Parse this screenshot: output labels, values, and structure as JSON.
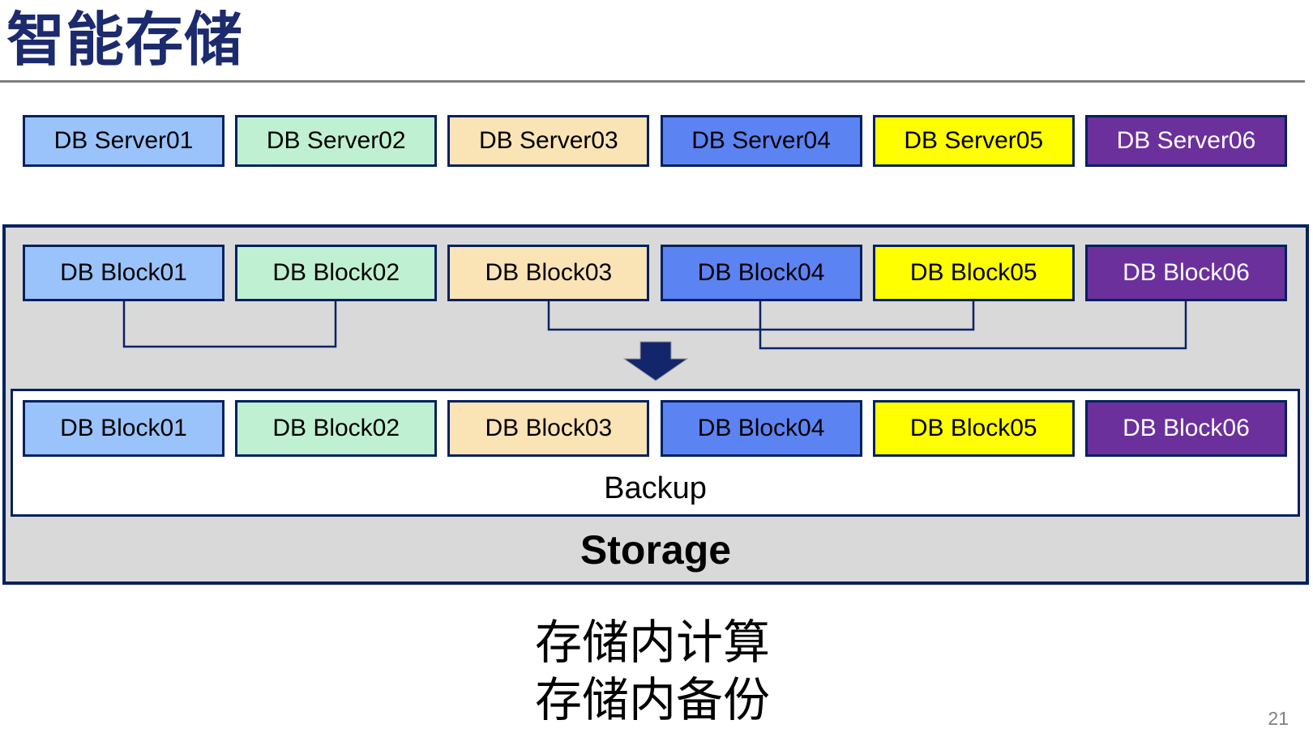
{
  "slide": {
    "title": "智能存储",
    "page_number": "21",
    "palette": {
      "title_navy": "#1C2A6E",
      "box_border_navy": "#06205F",
      "connector_navy": "#0B2265",
      "arrow_navy": "#13266B",
      "panel_gray": "#D9D9D9",
      "rule_gray": "#808080",
      "page_number_gray": "#808080",
      "yellow": "#FFFF00",
      "purple": "#6B309C"
    },
    "servers": [
      {
        "label": "DB Server01",
        "fill": "#99C3FA",
        "text_color": "#000000"
      },
      {
        "label": "DB Server02",
        "fill": "#BFF0D2",
        "text_color": "#000000"
      },
      {
        "label": "DB Server03",
        "fill": "#FAE3B5",
        "text_color": "#000000"
      },
      {
        "label": "DB Server04",
        "fill": "#5C83F2",
        "text_color": "#000000"
      },
      {
        "label": "DB Server05",
        "fill": "#FFFF00",
        "text_color": "#000000"
      },
      {
        "label": "DB Server06",
        "fill": "#6B309C",
        "text_color": "#FFFFFF"
      }
    ],
    "storage_panel": {
      "blocks_top": [
        {
          "label": "DB Block01",
          "fill": "#99C3FA",
          "text_color": "#000000"
        },
        {
          "label": "DB Block02",
          "fill": "#BFF0D2",
          "text_color": "#000000"
        },
        {
          "label": "DB Block03",
          "fill": "#FAE3B5",
          "text_color": "#000000"
        },
        {
          "label": "DB Block04",
          "fill": "#5C83F2",
          "text_color": "#000000"
        },
        {
          "label": "DB Block05",
          "fill": "#FFFF00",
          "text_color": "#000000"
        },
        {
          "label": "DB Block06",
          "fill": "#6B309C",
          "text_color": "#FFFFFF"
        }
      ],
      "backup": {
        "label": "Backup",
        "blocks": [
          {
            "label": "DB Block01",
            "fill": "#99C3FA",
            "text_color": "#000000"
          },
          {
            "label": "DB Block02",
            "fill": "#BFF0D2",
            "text_color": "#000000"
          },
          {
            "label": "DB Block03",
            "fill": "#FAE3B5",
            "text_color": "#000000"
          },
          {
            "label": "DB Block04",
            "fill": "#5C83F2",
            "text_color": "#000000"
          },
          {
            "label": "DB Block05",
            "fill": "#FFFF00",
            "text_color": "#000000"
          },
          {
            "label": "DB Block06",
            "fill": "#6B309C",
            "text_color": "#FFFFFF"
          }
        ]
      },
      "storage_label": "Storage"
    },
    "caption": {
      "line1": "存储内计算",
      "line2": "存储内备份"
    }
  }
}
